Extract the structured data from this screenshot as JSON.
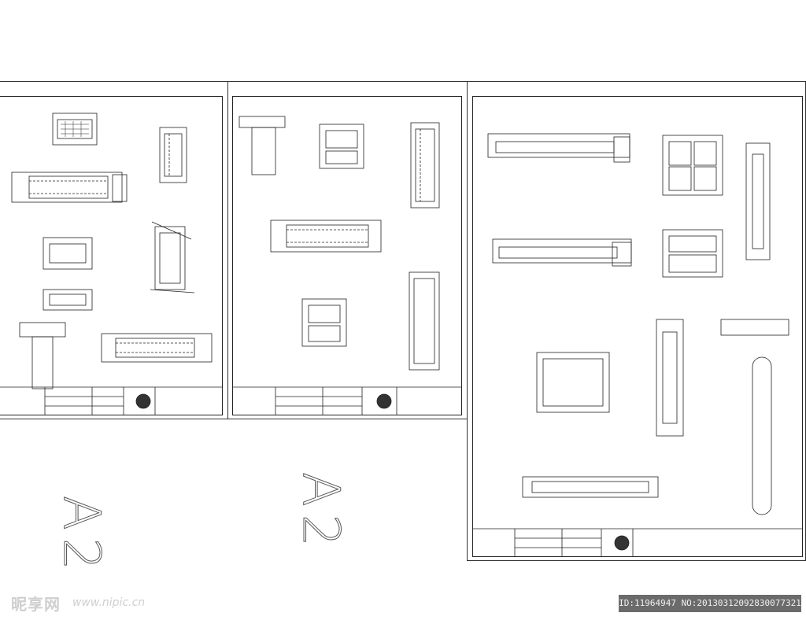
{
  "sheets": {
    "left": {
      "size_label": "A2"
    },
    "middle": {
      "size_label": "A2"
    }
  },
  "watermark": {
    "logo_text": "昵享网",
    "url": "www.nipic.cn",
    "id_text": "ID:11964947 NO:20130312092830077321"
  },
  "colors": {
    "line": "#222222",
    "hatch": "#555555",
    "watermark": "#cfcfcf",
    "id_bar": "#6b6b6b"
  }
}
